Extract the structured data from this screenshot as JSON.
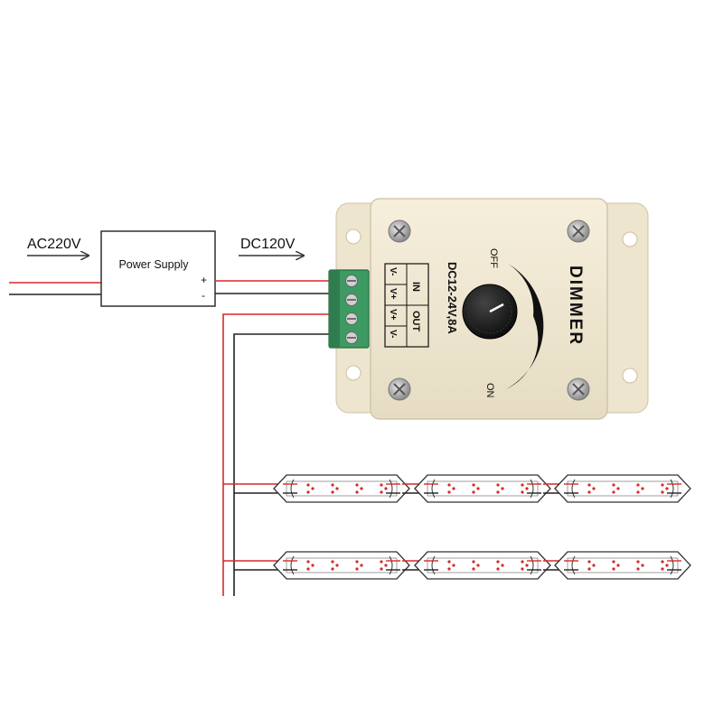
{
  "labels": {
    "ac_input": "AC220V",
    "dc_output": "DC120V",
    "power_supply": "Power Supply",
    "plus": "+",
    "minus": "-"
  },
  "dimmer": {
    "brand": "DIMMER",
    "rating": "DC12-24V,8A",
    "off": "OFF",
    "on": "ON",
    "in_label": "IN",
    "out_label": "OUT",
    "pins": [
      "V-",
      "V+",
      "V+",
      "V-"
    ]
  },
  "colors": {
    "positive_wire": "#d42a2a",
    "negative_wire": "#222222",
    "housing": "#efe6d0",
    "terminal_block": "#3e9a63"
  },
  "led_strips": {
    "rows": 2,
    "segments_per_row": 3
  }
}
